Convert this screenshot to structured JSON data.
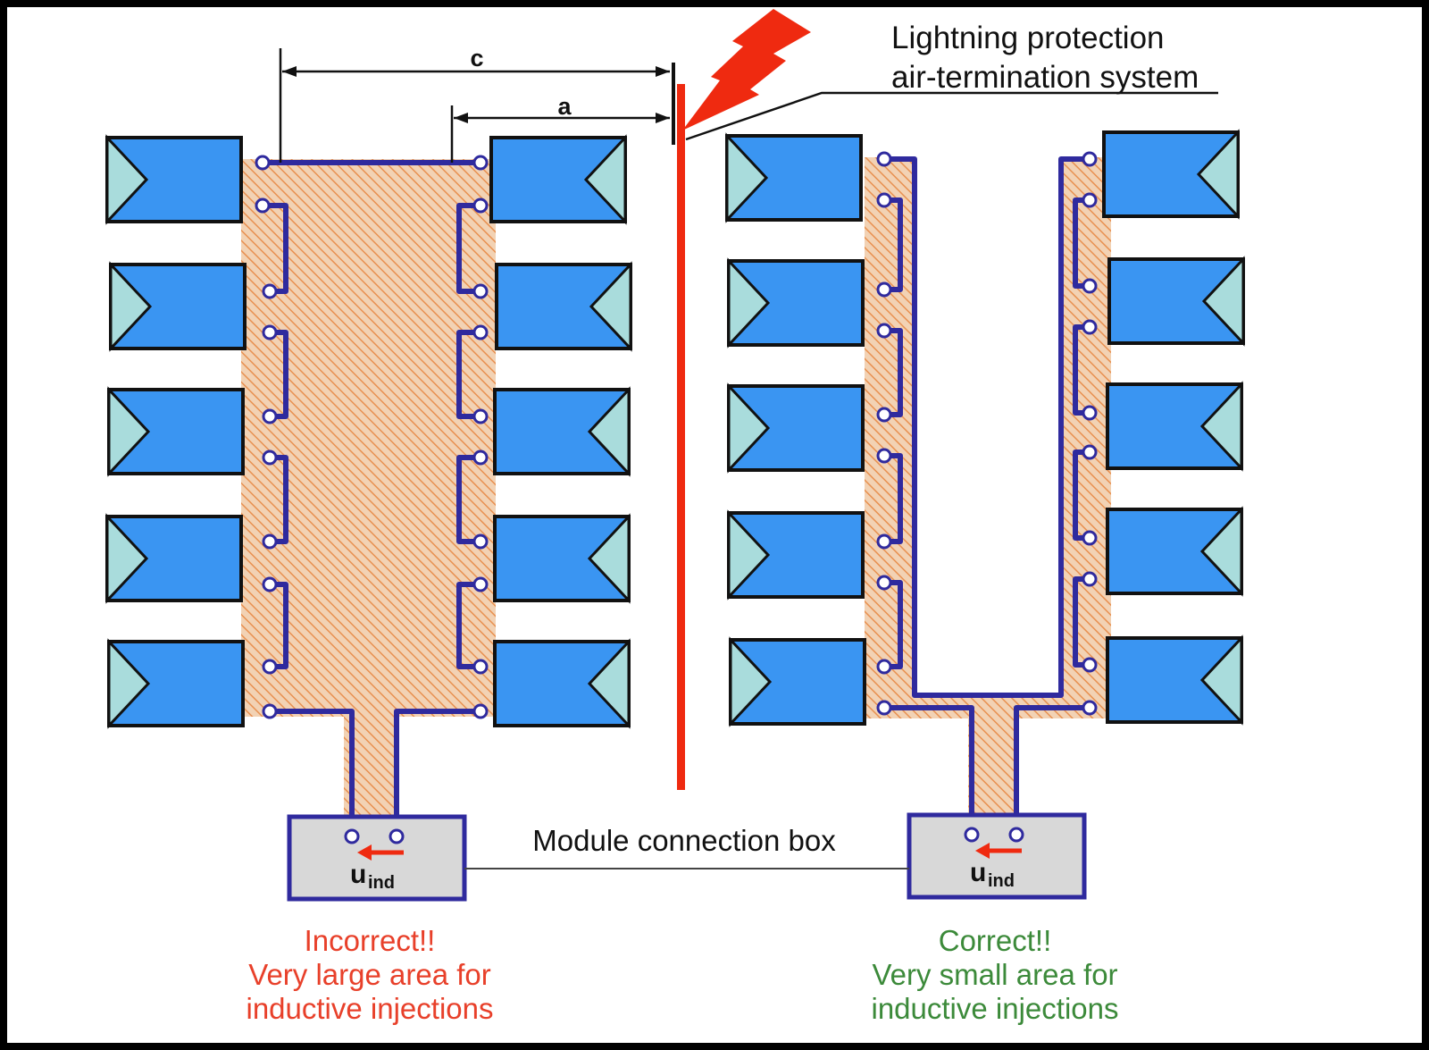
{
  "labels": {
    "air_termination_line1": "Lightning protection",
    "air_termination_line2": "air-termination system",
    "distance_c": "c",
    "distance_a": "a",
    "connection_box": "Module connection box",
    "uind_main": "u",
    "uind_sub": "ind"
  },
  "verdicts": {
    "incorrect": {
      "line1": "Incorrect!!",
      "line2": "Very large area for",
      "line3": "inductive injections"
    },
    "correct": {
      "line1": "Correct!!",
      "line2": "Very small area for",
      "line3": "inductive injections"
    }
  },
  "colors": {
    "module_fill": "#3a95f2",
    "module_triangle": "#a9dcdc",
    "wire": "#2f2a9e",
    "hatch_fill": "#f2d2b4",
    "hatch_stripe": "#e89050",
    "lightning": "#ef2a10",
    "incorrect_text": "#e8402a",
    "correct_text": "#3c8a3a",
    "box_fill": "#d8d8d8"
  }
}
